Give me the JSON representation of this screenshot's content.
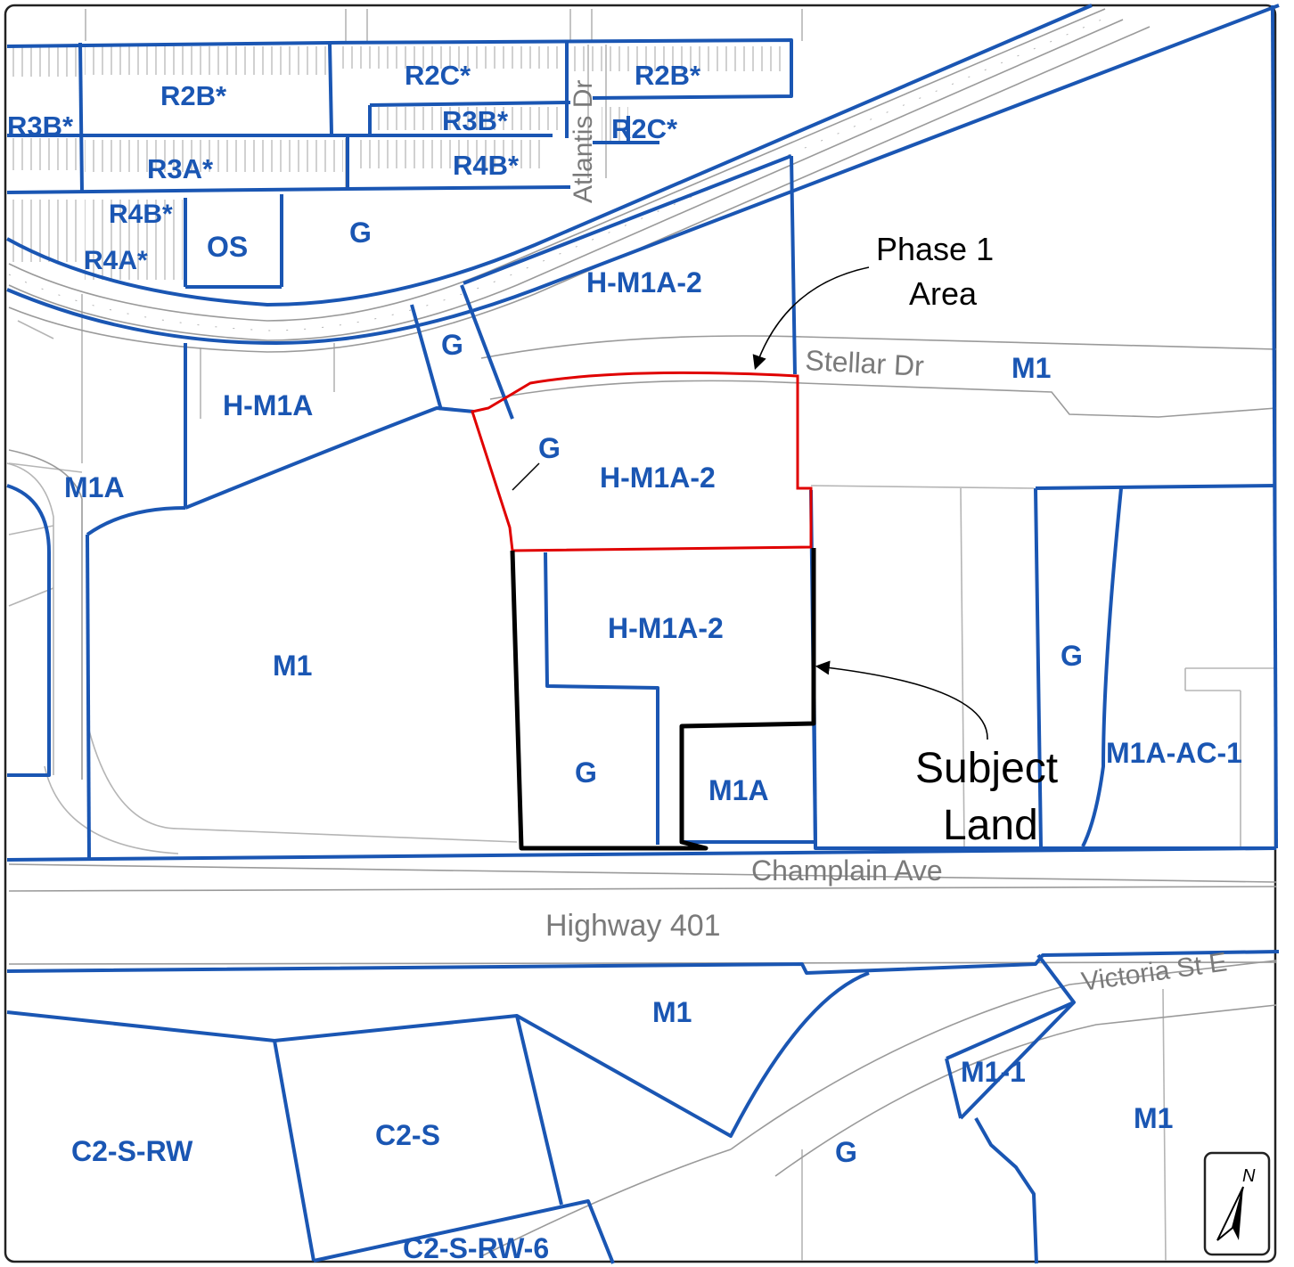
{
  "zones": {
    "r2b_a": "R2B*",
    "r2c_a": "R2C*",
    "r2b_b": "R2B*",
    "r3b_a": "R3B*",
    "r3b_b": "R3B*",
    "r2c_b": "R2C*",
    "r3a": "R3A*",
    "r4b_a": "R4B*",
    "r4b_b": "R4B*",
    "r4a": "R4A*",
    "os": "OS",
    "g_top": "G",
    "hm1a2_top": "H-M1A-2",
    "g_corridor": "G",
    "hm1a": "H-M1A",
    "m1_right": "M1",
    "m1a_left": "M1A",
    "g_phase": "G",
    "hm1a2_phase": "H-M1A-2",
    "hm1a2_subject": "H-M1A-2",
    "g_right": "G",
    "m1_big": "M1",
    "g_subject": "G",
    "m1a_subject": "M1A",
    "m1a_ac1": "M1A-AC-1",
    "m1_south": "M1",
    "m1_1": "M1-1",
    "m1_se": "M1",
    "c2s_rw": "C2-S-RW",
    "c2s": "C2-S",
    "g_south": "G",
    "c2s_rw6": "C2-S-RW-6"
  },
  "roads": {
    "atlantis": "Atlantis Dr",
    "stellar": "Stellar Dr",
    "champlain": "Champlain Ave",
    "highway": "Highway 401",
    "victoria": "Victoria St E"
  },
  "callouts": {
    "phase1_line1": "Phase 1",
    "phase1_line2": "Area",
    "subject_line1": "Subject",
    "subject_line2": "Land"
  },
  "north_arrow": {
    "label": "N",
    "icon": "north-arrow-icon"
  },
  "colors": {
    "zone_boundary": "#1a56b3",
    "phase1_boundary": "#e00000",
    "subject_boundary": "#000000",
    "road_text": "#7a7a7a"
  }
}
